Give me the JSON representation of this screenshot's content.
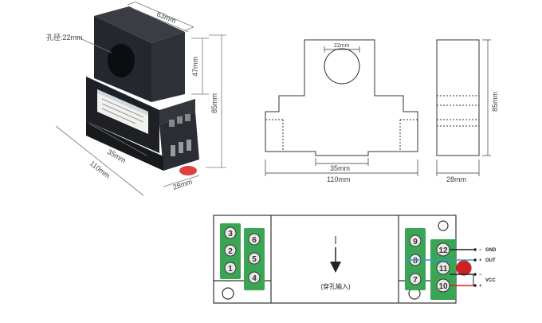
{
  "photo": {
    "hole_label": "孔径:22mm",
    "dim_width": "63mm",
    "dim_window": "47mm",
    "dim_height": "85mm",
    "dim_rail": "35mm",
    "dim_length": "110mm",
    "dim_depth": "28mm"
  },
  "front_drawing": {
    "dim_hole": "22mm",
    "dim_rail": "35mm",
    "dim_length": "110mm"
  },
  "side_drawing": {
    "dim_height": "85mm",
    "dim_depth": "28mm"
  },
  "wiring": {
    "input_note": "(穿孔输入)",
    "left_terminals_a": [
      "3",
      "2",
      "1"
    ],
    "left_terminals_b": [
      "6",
      "5",
      "4"
    ],
    "right_terminals_a": [
      "9",
      "8",
      "7"
    ],
    "right_terminals_b": [
      "12",
      "11",
      "10"
    ],
    "gnd_minus": "−",
    "gnd_label": "GND",
    "out_plus": "+",
    "out_label": "OUT",
    "vcc_minus": "−",
    "vcc_plus": "+",
    "vcc_label": "VCC",
    "terminal_color": "#3aa655",
    "wire_out_color": "#3399cc",
    "wire_vcc_color": "#cc2222"
  }
}
